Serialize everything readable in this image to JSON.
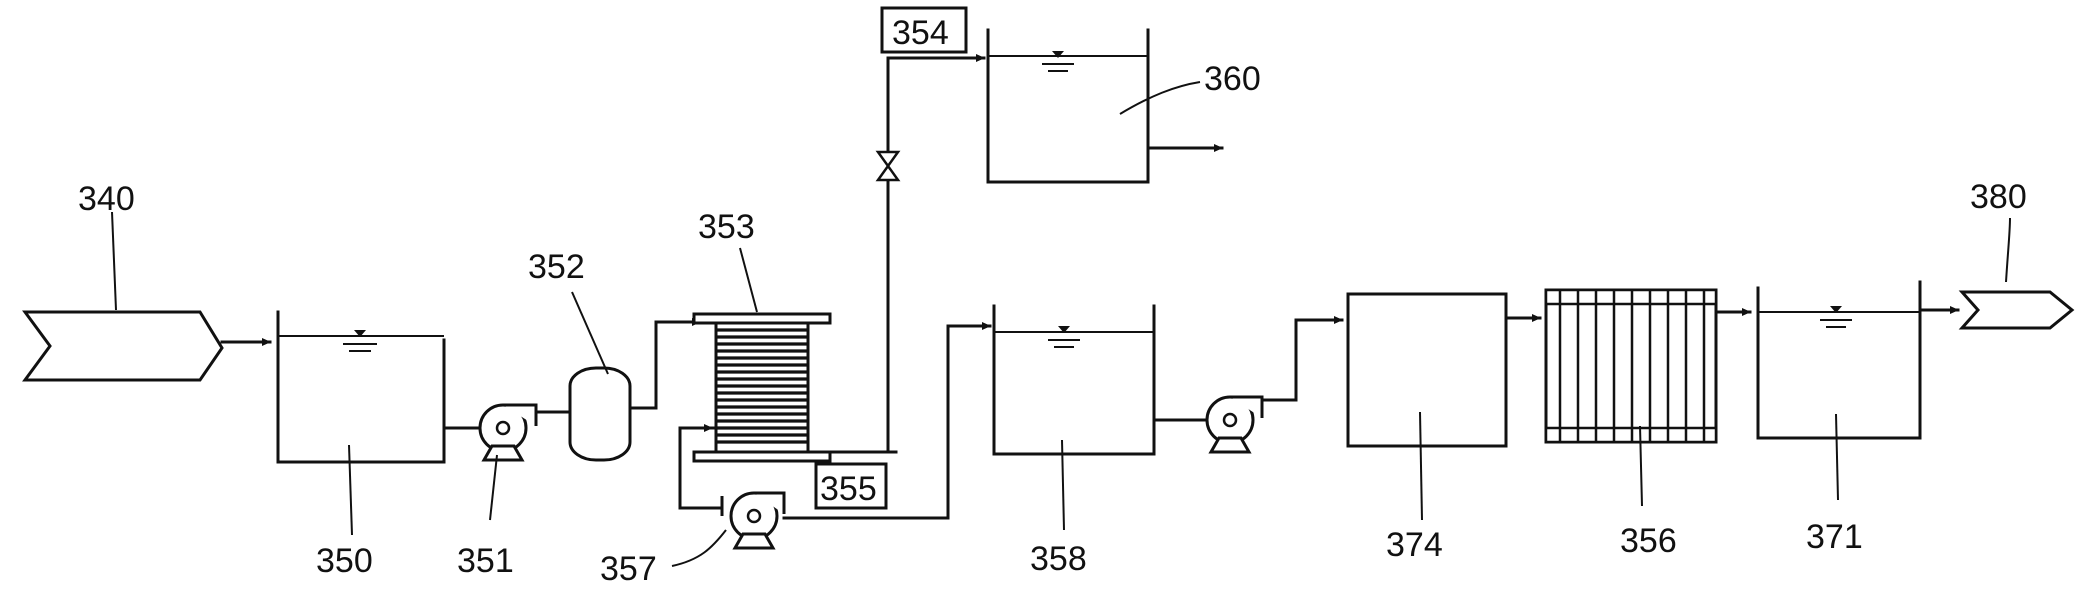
{
  "labels": {
    "inlet": "340",
    "outlet": "380",
    "tank_350": "350",
    "pump_351": "351",
    "vessel_352": "352",
    "stack_353": "353",
    "box_354": "354",
    "box_355": "355",
    "membrane_356": "356",
    "pump_357": "357",
    "tank_358": "358",
    "tank_360": "360",
    "tank_371": "371",
    "box_374": "374"
  }
}
